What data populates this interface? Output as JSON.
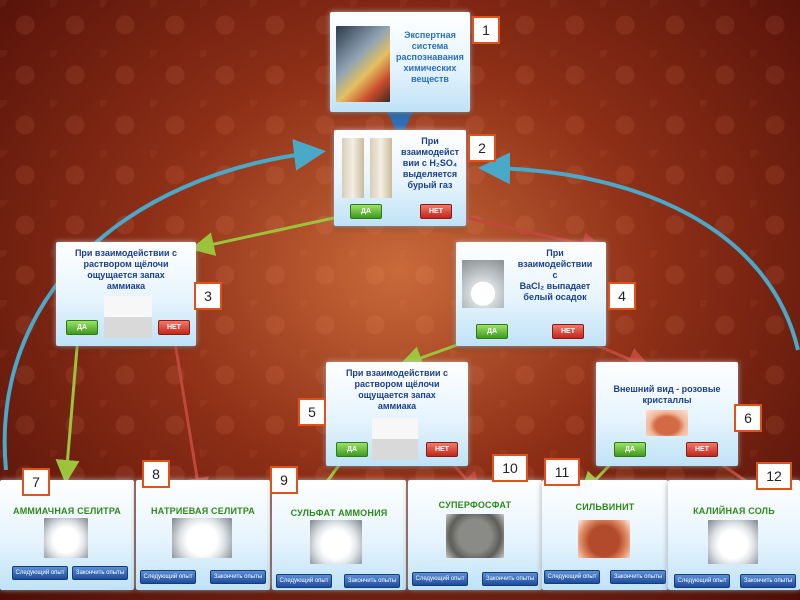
{
  "start": {
    "title_lines": [
      "Экспертная",
      "система",
      "распознавания",
      "химических",
      "веществ"
    ],
    "number": "1"
  },
  "q2": {
    "lines": [
      "При",
      "взаимодейст",
      "вии с H₂SO₄",
      "выделяется",
      "бурый газ"
    ],
    "yes": "ДА",
    "no": "НЕТ",
    "number": "2"
  },
  "q3": {
    "lines": [
      "При взаимодействии с",
      "раствором щёлочи",
      "ощущается запах",
      "аммиака"
    ],
    "yes": "ДА",
    "no": "НЕТ",
    "number": "3"
  },
  "q4": {
    "lines": [
      "При",
      "взаимодействии",
      "с",
      "BaCl₂ выпадает",
      "белый осадок"
    ],
    "yes": "ДА",
    "no": "НЕТ",
    "number": "4"
  },
  "q5": {
    "lines": [
      "При взаимодействии с",
      "раствором щёлочи",
      "ощущается запах",
      "аммиака"
    ],
    "yes": "ДА",
    "no": "НЕТ",
    "number": "5"
  },
  "q6": {
    "lines": [
      "Внешний вид - розовые",
      "кристаллы"
    ],
    "yes": "ДА",
    "no": "НЕТ",
    "number": "6"
  },
  "results": [
    {
      "title": "АММИАЧНАЯ СЕЛИТРА",
      "number": "7"
    },
    {
      "title": "НАТРИЕВАЯ СЕЛИТРА",
      "number": "8"
    },
    {
      "title": "СУЛЬФАТ АММОНИЯ",
      "number": "9"
    },
    {
      "title": "СУПЕРФОСФАТ",
      "number": "10"
    },
    {
      "title": "СИЛЬВИНИТ",
      "number": "11"
    },
    {
      "title": "КАЛИЙНАЯ СОЛЬ",
      "number": "12"
    }
  ],
  "nav": {
    "next": "Следующий опыт",
    "finish": "Закончить опыты"
  },
  "colors": {
    "yes_arrow": "#9bc43c",
    "no_arrow": "#c0473c",
    "return_arrow": "#4aa8c8",
    "result_title": "#2e8a1a",
    "question_text": "#1a3f8f"
  }
}
